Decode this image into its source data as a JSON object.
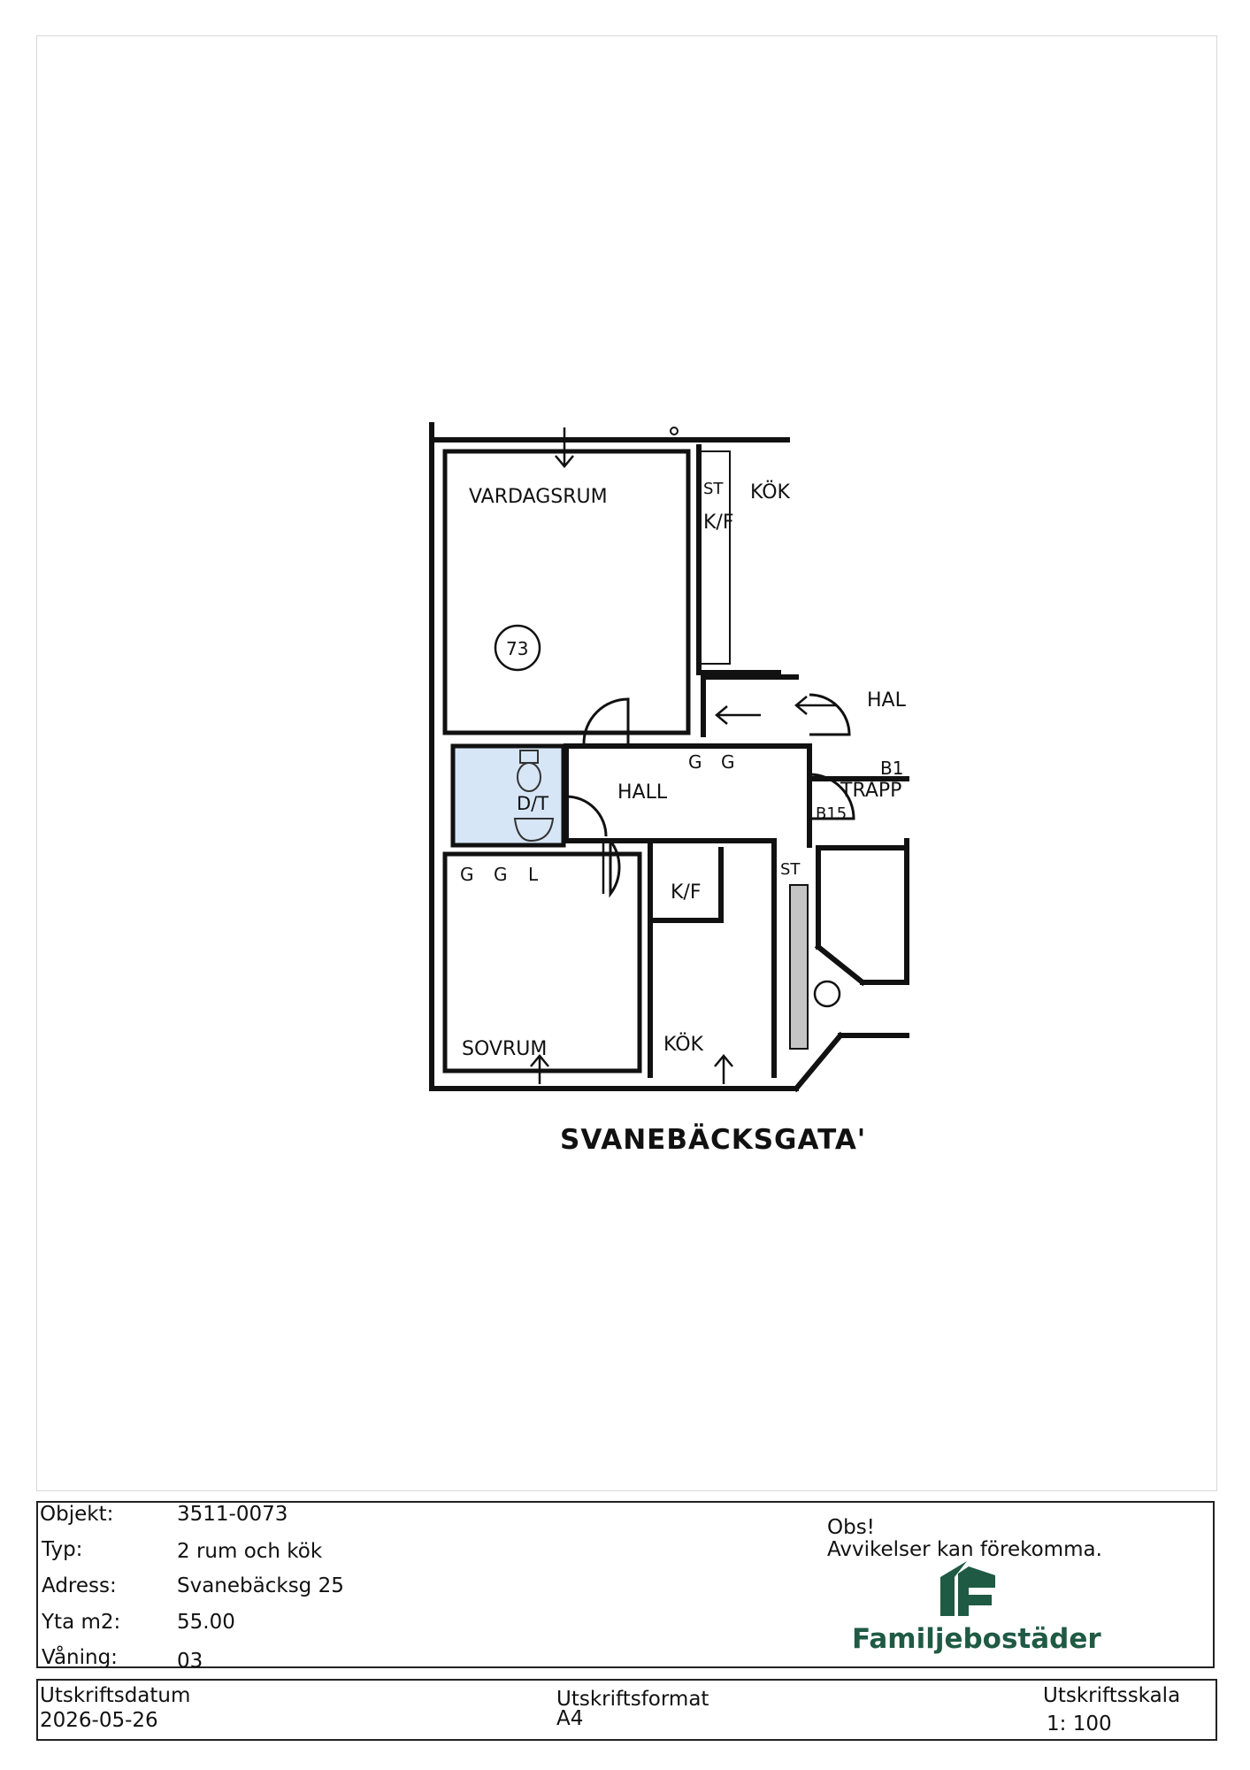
{
  "plan": {
    "rooms": {
      "vardagsrum": "VARDAGSRUM",
      "kok_top": "KÖK",
      "st_top": "ST",
      "kf_top": "K/F",
      "hal": "HAL",
      "hall": "HALL",
      "dt": "D/T",
      "g1": "G",
      "g2": "G",
      "g3": "G",
      "g4": "G",
      "l": "L",
      "trapp": "TRAPP",
      "b1": "B1",
      "b15": "B15",
      "st_bottom": "ST",
      "kf_bottom": "K/F",
      "sovrum": "SOVRUM",
      "kok_bottom": "KÖK",
      "apt_number": "73"
    },
    "street": "SVANEBÄCKSGATA'",
    "colors": {
      "bathroom": "#d6e6f7",
      "counter": "#c4c4c4"
    }
  },
  "info": {
    "objekt_label": "Objekt:",
    "objekt_value": "3511-0073",
    "typ_label": "Typ:",
    "typ_value": "2 rum och kök",
    "adress_label": "Adress:",
    "adress_value": "Svanebäcksg 25",
    "yta_label": "Yta m2:",
    "yta_value": "55.00",
    "vaning_label": "Våning:",
    "vaning_value": "03",
    "obs_title": "Obs!",
    "obs_text": "Avvikelser kan förekomma.",
    "brand": "Familjebostäder",
    "brand_color": "#1f5a45"
  },
  "print": {
    "datum_label": "Utskriftsdatum",
    "datum_value": "2026-05-26",
    "format_label": "Utskriftsformat",
    "format_value": "A4",
    "skala_label": "Utskriftsskala",
    "skala_value": "1: 100"
  }
}
